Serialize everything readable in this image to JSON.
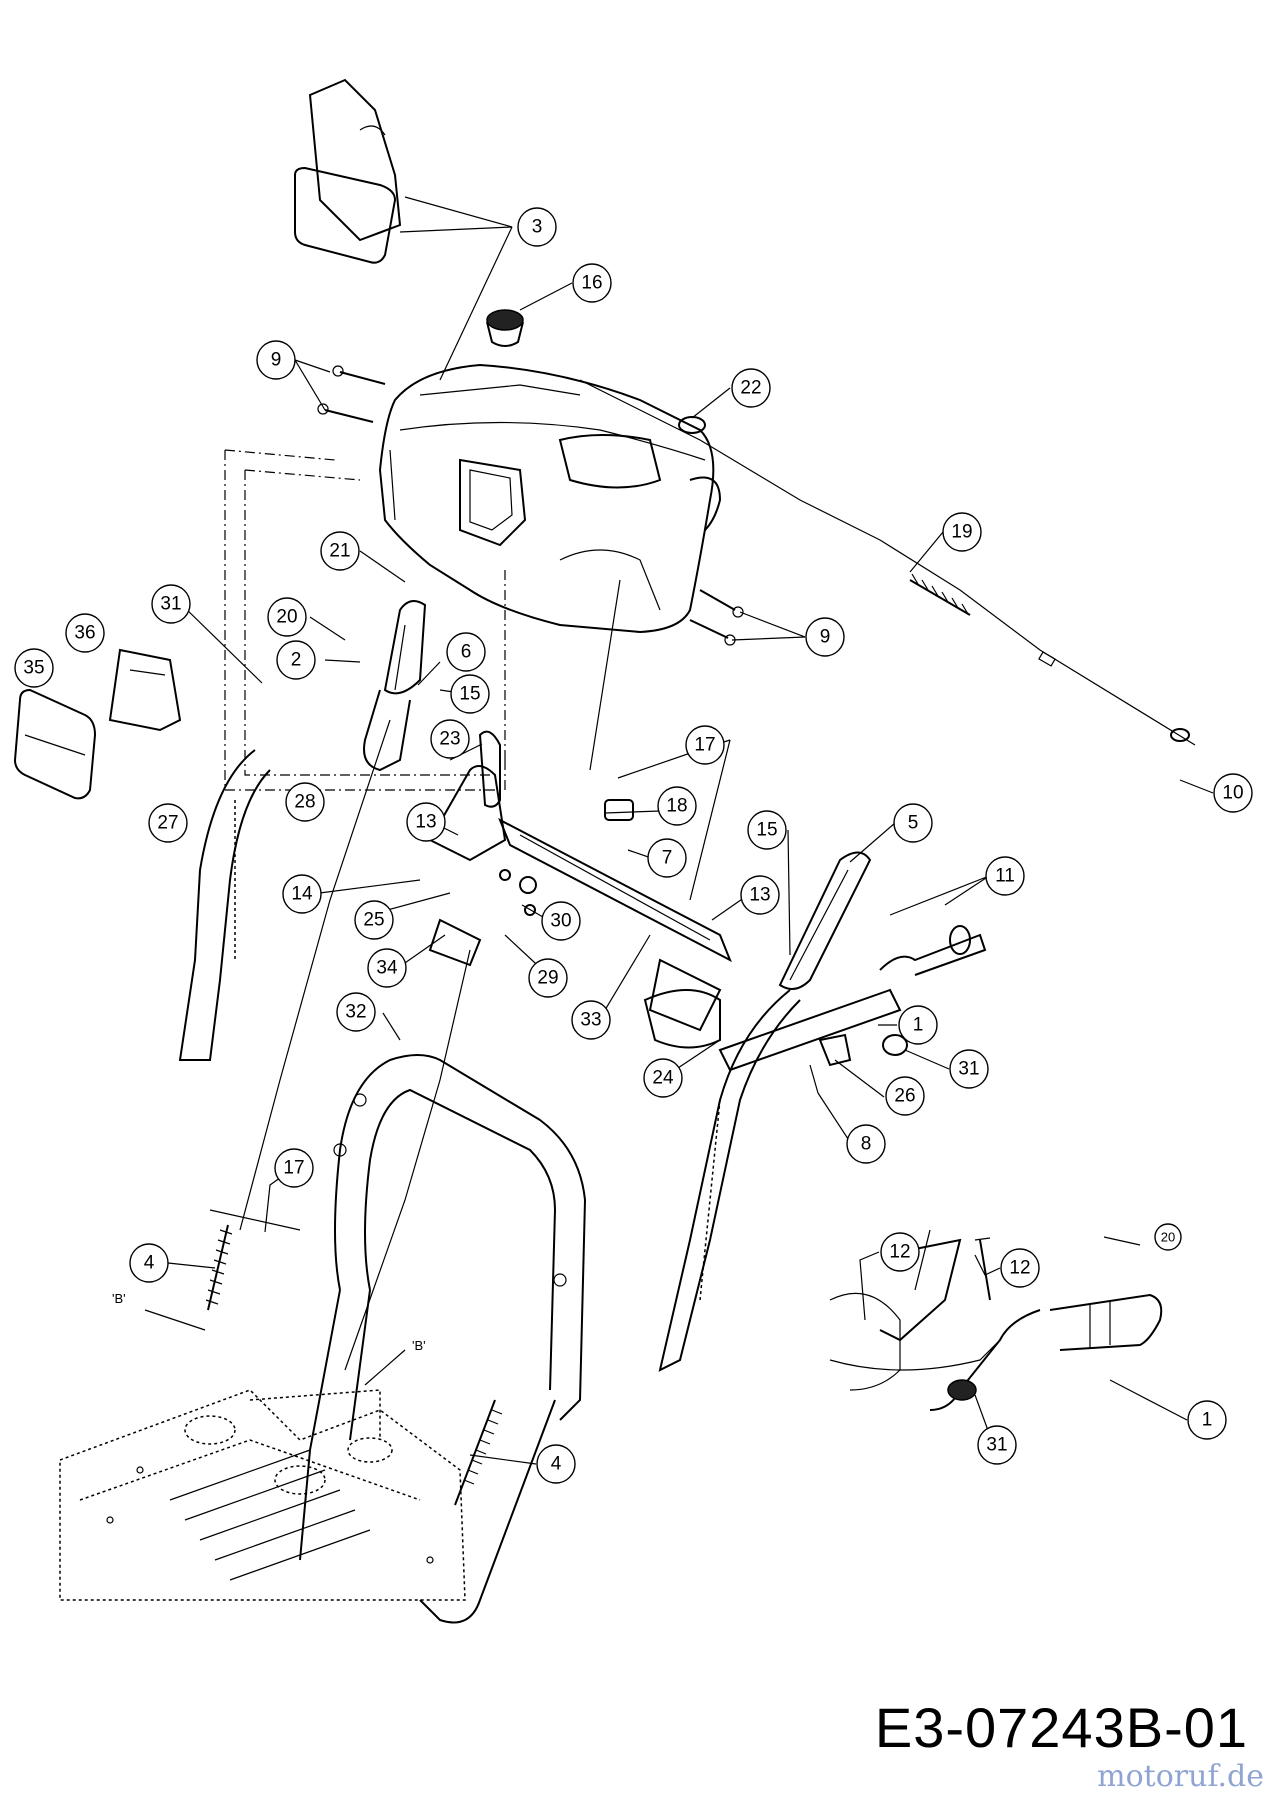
{
  "diagram": {
    "code": "E3-07243B-01",
    "watermark": "motoruf.de",
    "callouts": [
      "1",
      "2",
      "3",
      "4",
      "5",
      "6",
      "7",
      "8",
      "9",
      "10",
      "11",
      "12",
      "13",
      "14",
      "15",
      "16",
      "17",
      "18",
      "19",
      "20",
      "21",
      "22",
      "23",
      "24",
      "25",
      "26",
      "27",
      "28",
      "29",
      "30",
      "31",
      "32",
      "33",
      "34",
      "35",
      "36"
    ],
    "ref_tags": [
      "'B'"
    ]
  }
}
